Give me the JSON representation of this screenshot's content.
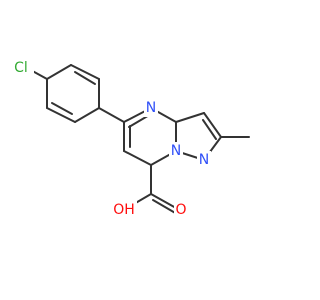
{
  "colors": {
    "bond": "#333333",
    "chlorine": "#33aa33",
    "nitrogen": "#3050f8",
    "oxygen": "#ff0d0d"
  },
  "atoms": {
    "cl": "Cl",
    "n_ring_top": "N",
    "n_bridge": "N",
    "n_pyrazole": "N",
    "o_hydroxyl": "OH",
    "o_carbonyl": "O"
  }
}
